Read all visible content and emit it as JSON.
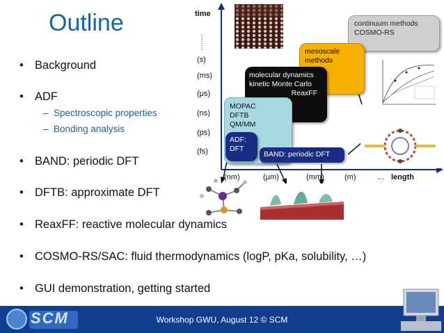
{
  "slide": {
    "title": "Outline",
    "bullets": [
      {
        "text": "Background"
      },
      {
        "text": "ADF",
        "subitems": [
          "Spectroscopic properties",
          "Bonding analysis"
        ]
      },
      {
        "text": "BAND: periodic DFT"
      },
      {
        "text": "DFTB: approximate DFT"
      },
      {
        "text": "ReaxFF: reactive molecular dynamics"
      },
      {
        "text": "COSMO-RS/SAC: fluid thermodynamics (logP, pKa, solubility, …)"
      },
      {
        "text": "GUI demonstration, getting started"
      }
    ],
    "bullet_glyph": "•",
    "sub_glyph": "–"
  },
  "diagram": {
    "time_label": "time",
    "length_label": "length",
    "time_ticks": [
      "(s)",
      "(ms)",
      "(μs)",
      "(ns)",
      "(ps)",
      "(fs)"
    ],
    "length_ticks": [
      "(nm)",
      "(μm)",
      "(mm)",
      "(m)",
      "…"
    ],
    "boxes": {
      "continuum": [
        "continuum methods",
        "COSMO-RS"
      ],
      "mesoscale": [
        "mesoscale",
        "methods"
      ],
      "md": [
        "molecular dynamics",
        "kinetic Monte Carlo",
        "ReaxFF"
      ],
      "mopac": [
        "MOPAC",
        "DFTB",
        "QM/MM"
      ],
      "adf": [
        "ADF:",
        "DFT"
      ],
      "band": "BAND: periodic DFT"
    },
    "colors": {
      "continuum": "#cfcfcf",
      "mesoscale": "#f5b000",
      "md": "#0d0d0d",
      "mopac": "#a8d8e0",
      "adf": "#1a2d86",
      "band": "#1a2d86"
    }
  },
  "footer": {
    "text": "Workshop GWU, August 12 © SCM",
    "logo_text": "SCM",
    "background": "#123c8c"
  }
}
